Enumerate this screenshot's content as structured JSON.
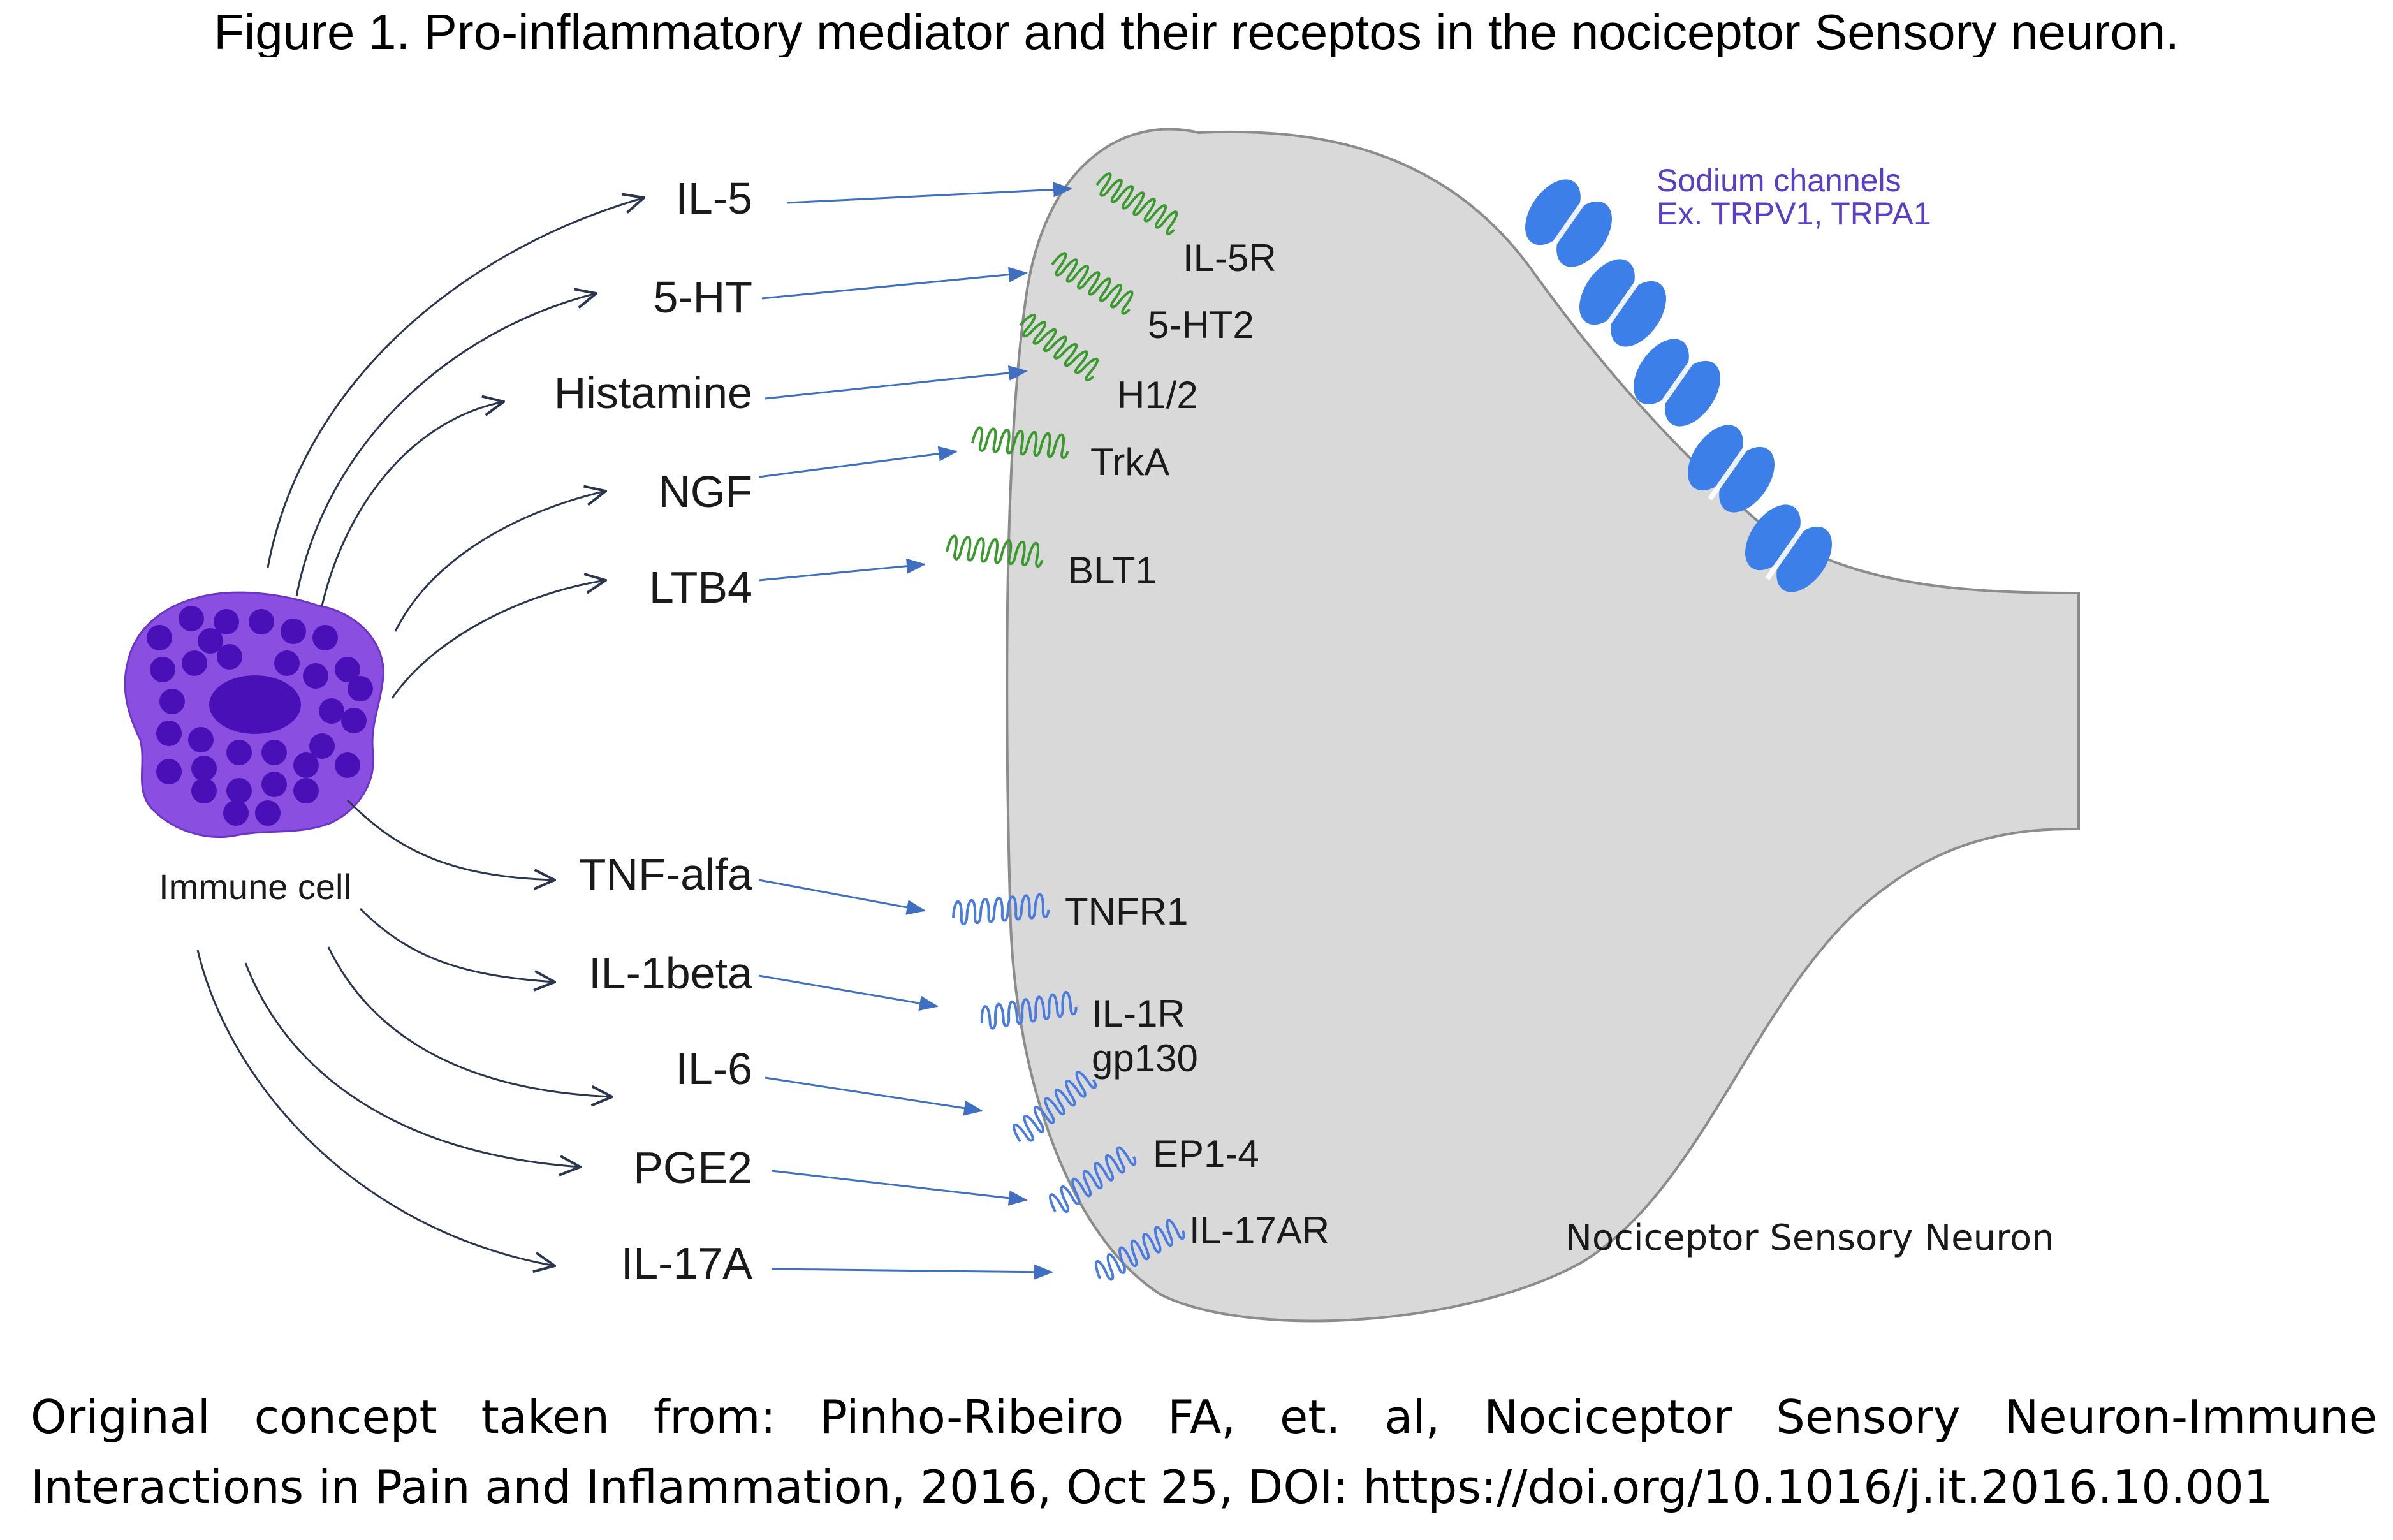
{
  "title": "Figure 1. Pro-inflammatory mediator and their receptos in the nociceptor Sensory neuron.",
  "immune_cell_label": "Immune cell",
  "neuron_label": "Nociceptor Sensory Neuron",
  "sodium_channels": {
    "line1": "Sodium channels",
    "line2": "Ex. TRPV1, TRPA1"
  },
  "mediators": [
    {
      "name": "IL-5",
      "receptor": "IL-5R"
    },
    {
      "name": "5-HT",
      "receptor": "5-HT2"
    },
    {
      "name": "Histamine",
      "receptor": "H1/2"
    },
    {
      "name": "NGF",
      "receptor": "TrkA"
    },
    {
      "name": "LTB4",
      "receptor": "BLT1"
    },
    {
      "name": "TNF-alfa",
      "receptor": "TNFR1"
    },
    {
      "name": "IL-1beta",
      "receptor": "IL-1R"
    },
    {
      "name": "IL-6",
      "receptor": "gp130"
    },
    {
      "name": "PGE2",
      "receptor": "EP1-4"
    },
    {
      "name": "IL-17A",
      "receptor": "IL-17AR"
    }
  ],
  "caption": {
    "line1": "Original concept taken from: Pinho-Ribeiro FA, et. al, Nociceptor Sensory Neuron-Immune",
    "line2": "Interactions in Pain and Inflammation, 2016, Oct 25, DOI: https://doi.org/10.1016/j.it.2016.10.001"
  },
  "colors": {
    "neuron_fill": "#d9d9d9",
    "neuron_stroke": "#808080",
    "cell_fill": "#8a4fe0",
    "cell_dots": "#4a10b8",
    "channel": "#3d7fe8",
    "green_receptor": "#3a9a2e",
    "blue_receptor": "#4a7be0",
    "arrow": "#3f6fc0",
    "sodium_text": "#5a3ec8"
  }
}
